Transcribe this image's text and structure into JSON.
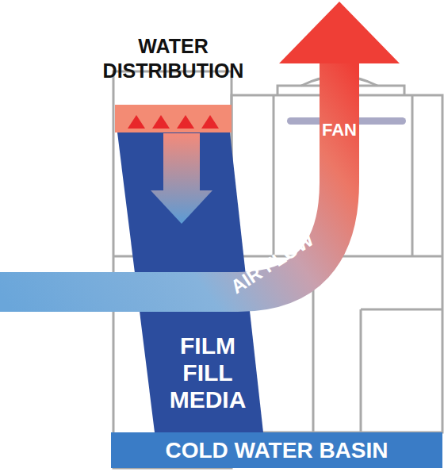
{
  "diagram": {
    "nodes": [
      {
        "text": [
          "WATER DISTRIBUTION"
        ]
      },
      {
        "text": [
          "FILM FILL MEDIA"
        ]
      },
      {
        "text": [
          "COLD WATER BASIN"
        ]
      }
    ],
    "labels": [
      "FAN",
      "AIR FLOW"
    ]
  }
}
